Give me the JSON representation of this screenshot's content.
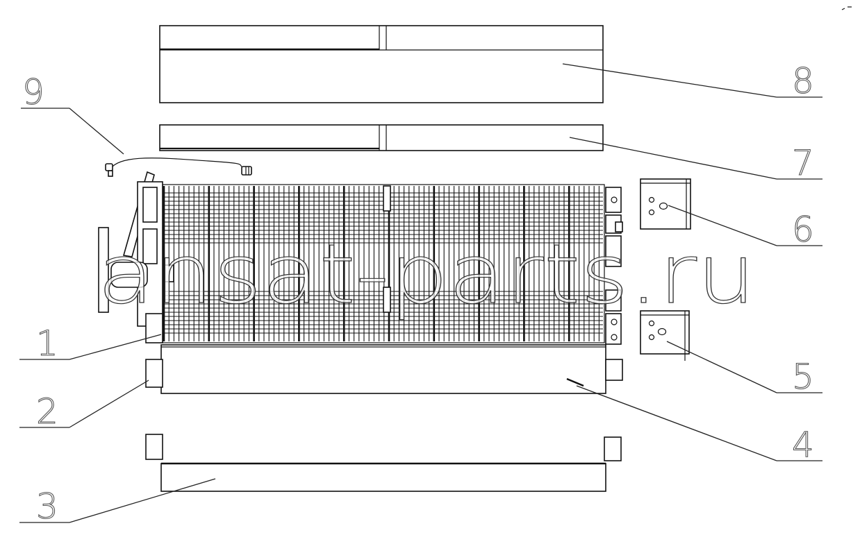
{
  "callouts": [
    "1",
    "2",
    "3",
    "4",
    "5",
    "6",
    "7",
    "8",
    "9"
  ],
  "watermark": "ansat-parts.ru"
}
